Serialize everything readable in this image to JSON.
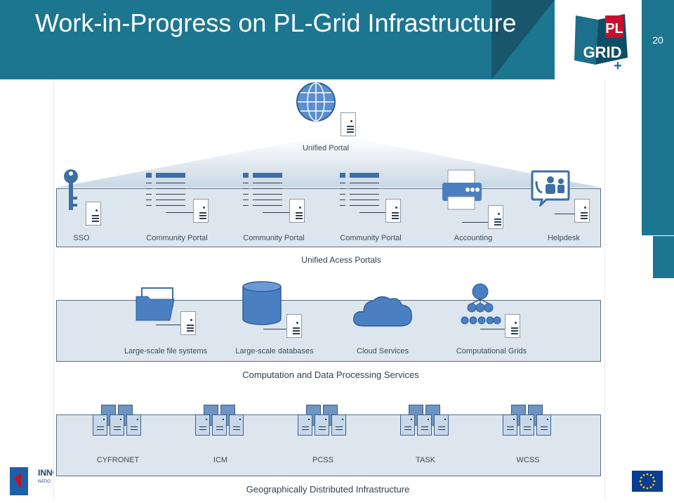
{
  "header": {
    "title": "Work-in-Progress on PL-Grid Infrastructure",
    "page_number": "20",
    "logo_text_top": "PL",
    "logo_text_bottom": "GRID",
    "logo_plus": "+"
  },
  "diagram": {
    "top_node": {
      "label": "Unified Portal",
      "icon": "globe-icon"
    },
    "access_layer": {
      "title": "Unified Acess Portals",
      "items": [
        {
          "label": "SSO",
          "icon": "key-icon"
        },
        {
          "label": "Community Portal",
          "icon": "document-icon"
        },
        {
          "label": "Community Portal",
          "icon": "document-icon"
        },
        {
          "label": "Community Portal",
          "icon": "document-icon"
        },
        {
          "label": "Accounting",
          "icon": "printer-icon"
        },
        {
          "label": "Helpdesk",
          "icon": "support-icon"
        }
      ]
    },
    "services_layer": {
      "title": "Computation and Data Processing Services",
      "items": [
        {
          "label": "Large-scale file systems",
          "icon": "folder-icon"
        },
        {
          "label": "Large-scale databases",
          "icon": "database-icon"
        },
        {
          "label": "Cloud Services",
          "icon": "cloud-icon"
        },
        {
          "label": "Computational Grids",
          "icon": "hierarchy-icon"
        }
      ]
    },
    "infrastructure_layer": {
      "title": "Geographically Distributed Infrastructure",
      "items": [
        {
          "label": "CYFRONET",
          "icon": "server-cluster-icon"
        },
        {
          "label": "ICM",
          "icon": "server-cluster-icon"
        },
        {
          "label": "PCSS",
          "icon": "server-cluster-icon"
        },
        {
          "label": "TASK",
          "icon": "server-cluster-icon"
        },
        {
          "label": "WCSS",
          "icon": "server-cluster-icon"
        }
      ]
    }
  },
  "footer": {
    "left_logo_text_1": "INNO",
    "left_logo_text_2": "NATIO"
  },
  "colors": {
    "header": "#1d7690",
    "header_dark": "#17566b",
    "panel_fill": "#dde6ee",
    "panel_border": "#5c6f80",
    "icon_blue": "#3d6fa5",
    "logo_red": "#c8102e"
  }
}
